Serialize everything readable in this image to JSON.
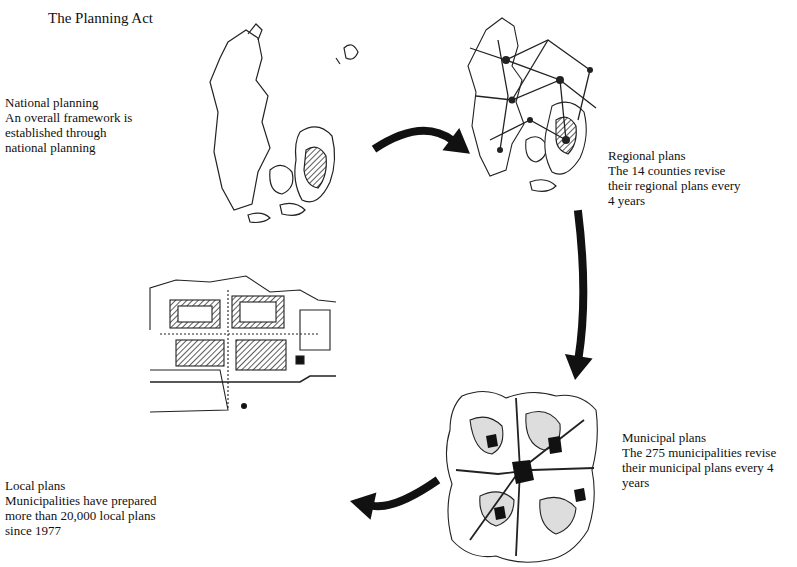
{
  "diagram": {
    "title": "The Planning Act",
    "nodes": [
      {
        "text": [
          "National planning",
          "An overall framework is established through national planning"
        ]
      },
      {
        "text": [
          "Regional plans",
          "The 14 counties revise their regional plans every 4 years"
        ]
      },
      {
        "text": [
          "Municipal plans",
          "The 275 municipalities revise their municipal plans every 4 years"
        ]
      },
      {
        "text": [
          "Local plans",
          "Municipalities have prepared more than 20,000 local plans since 1977"
        ]
      }
    ],
    "edges": [
      {
        "from": 0,
        "to": 1,
        "arrow": "to"
      },
      {
        "from": 1,
        "to": 2,
        "arrow": "to"
      },
      {
        "from": 2,
        "to": 3,
        "arrow": "to"
      }
    ]
  }
}
